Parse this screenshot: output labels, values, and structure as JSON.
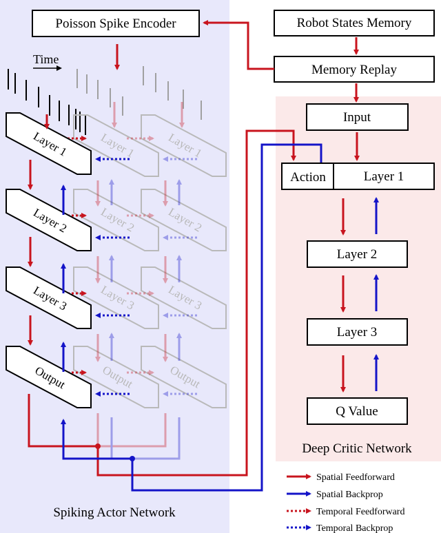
{
  "labels": {
    "encoder": "Poisson Spike Encoder",
    "time": "Time",
    "robot_states_memory": "Robot States Memory",
    "memory_replay": "Memory Replay",
    "input": "Input",
    "action": "Action",
    "critic_layer1": "Layer 1",
    "critic_layer2": "Layer 2",
    "critic_layer3": "Layer 3",
    "q_value": "Q Value",
    "actor_layer1": "Layer 1",
    "actor_layer2": "Layer 2",
    "actor_layer3": "Layer 3",
    "actor_output": "Output",
    "critic_title": "Deep Critic Network",
    "actor_title": "Spiking Actor Network"
  },
  "legend": [
    {
      "label": "Spatial Feedforward",
      "color": "#c8141e",
      "style": "solid"
    },
    {
      "label": "Spatial Backprop",
      "color": "#1414c8",
      "style": "solid"
    },
    {
      "label": "Temporal Feedforward",
      "color": "#c8141e",
      "style": "dotted"
    },
    {
      "label": "Temporal Backprop",
      "color": "#1414c8",
      "style": "dotted"
    }
  ],
  "colors": {
    "red": "#c8141e",
    "blue": "#1414c8",
    "actor_bg": "#e8e8fb",
    "critic_bg": "#fbe9e9"
  }
}
